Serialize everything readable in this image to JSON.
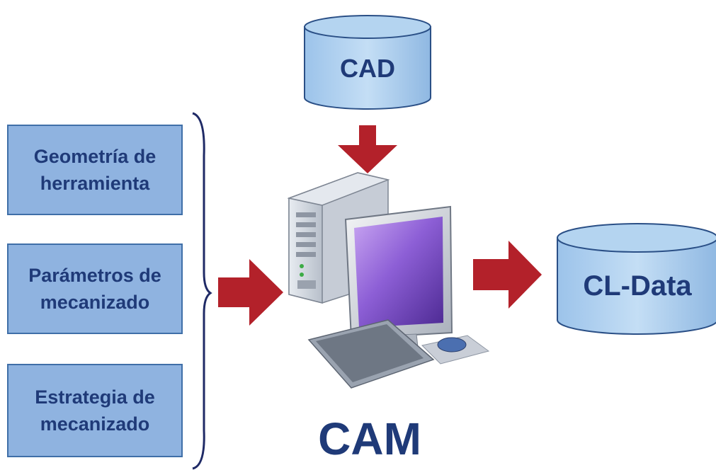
{
  "inputs": [
    {
      "line1": "Geometría de",
      "line2": "herramienta"
    },
    {
      "line1": "Parámetros de",
      "line2": "mecanizado"
    },
    {
      "line1": "Estrategia de",
      "line2": "mecanizado"
    }
  ],
  "cad_label": "CAD",
  "cldata_label": "CL-Data",
  "cam_label": "CAM",
  "colors": {
    "box_fill": "#8fb3e0",
    "cylinder_fill": "#b4d4f0",
    "arrow": "#b3212a",
    "text": "#1f3a78"
  }
}
